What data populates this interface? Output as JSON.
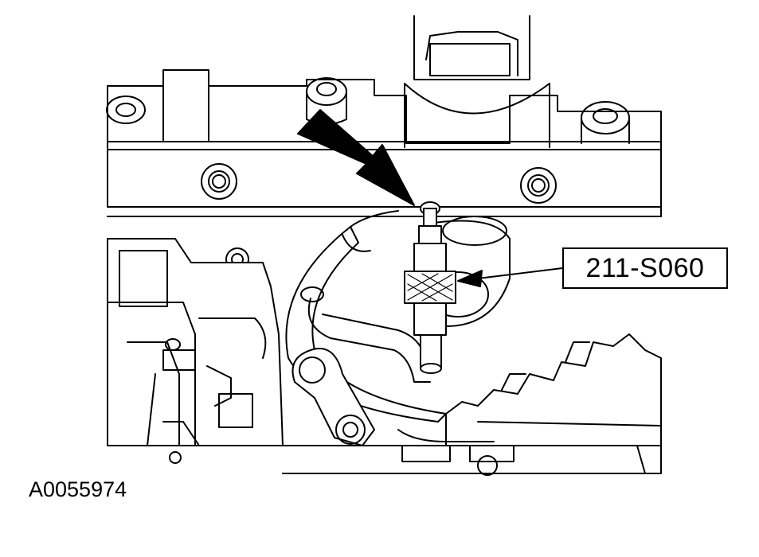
{
  "figure": {
    "id": "A0055974",
    "callout_label": "211-S060"
  },
  "colors": {
    "line": "#000000",
    "background": "#ffffff"
  },
  "icons": [
    "pointer-arrow",
    "tool-pin",
    "bolt-head",
    "threaded-hole"
  ]
}
